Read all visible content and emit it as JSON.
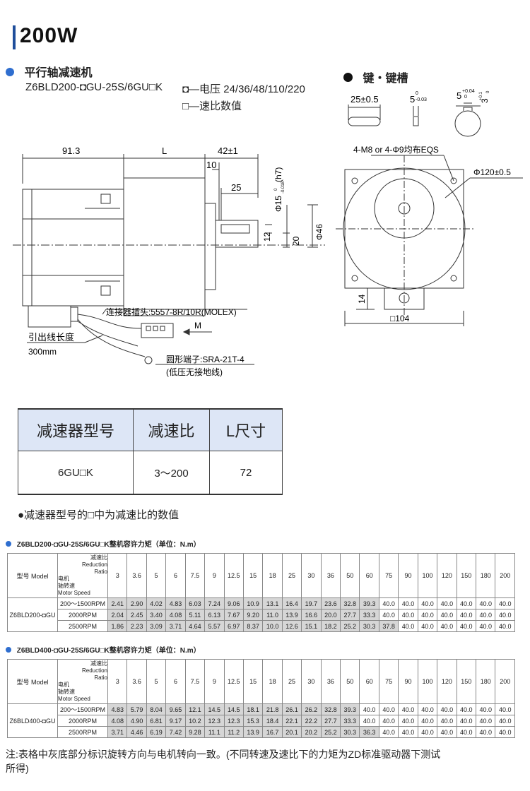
{
  "page_title": "200W",
  "section1": {
    "heading": "平行轴减速机",
    "model_code": "Z6BLD200-◘GU-25S/6GU□K",
    "legend_1": "◘—电压 24/36/48/110/220",
    "legend_2": "□—速比数值"
  },
  "section2": {
    "heading": "键・键槽"
  },
  "key_dims": {
    "key_length": "25±0.5",
    "key_width_main": "5",
    "key_width_tol_top": "0",
    "key_width_tol_bot": "-0.03",
    "slot_width_main": "5",
    "slot_width_tol_top": "+0.04",
    "slot_width_tol_bot": "0",
    "slot_depth_main": "3",
    "slot_depth_tol_top": "+0.1",
    "slot_depth_tol_bot": "0"
  },
  "drawing": {
    "dim_913": "91.3",
    "dim_L": "L",
    "dim_42": "42±1",
    "dim_10": "10",
    "dim_25": "25",
    "dim_shaft_phi": "Φ15",
    "dim_shaft_tol_top": "0",
    "dim_shaft_tol_bot": "-0.018",
    "dim_shaft_fit": "(h7)",
    "dim_12": "12",
    "dim_20": "20",
    "dim_phi46": "Φ46",
    "connector_label": "连接器插头:5557-8R/10R(MOLEX)",
    "M_label": "M",
    "lead_label": "引出线长度",
    "lead_length": "300mm",
    "terminal_label": "圆形端子:SRA-21T-4",
    "terminal_note": "(低压无接地线)",
    "holes_label": "4-M8 or 4-Φ9均布EQS",
    "phi120": "Φ120±0.5",
    "dim_14": "14",
    "dim_104": "□104"
  },
  "spec_table": {
    "headers": [
      "减速器型号",
      "减速比",
      "L尺寸"
    ],
    "row": [
      "6GU□K",
      "3～200",
      "72"
    ]
  },
  "spec_note": "●减速器型号的□中为减速比的数值",
  "torque_tables": [
    {
      "caption": "Z6BLD200-◘GU-25S/6GU□K整机容许力矩（单位：N.m）",
      "model": "Z6BLD200-◘GU",
      "rows": [
        {
          "speed": "200～1500RPM",
          "values": [
            "2.41",
            "2.90",
            "4.02",
            "4.83",
            "6.03",
            "7.24",
            "9.06",
            "10.9",
            "13.1",
            "16.4",
            "19.7",
            "23.6",
            "32.8",
            "39.3",
            "40.0",
            "40.0",
            "40.0",
            "40.0",
            "40.0",
            "40.0",
            "40.0"
          ]
        },
        {
          "speed": "2000RPM",
          "values": [
            "2.04",
            "2.45",
            "3.40",
            "4.08",
            "5.11",
            "6.13",
            "7.67",
            "9.20",
            "11.0",
            "13.9",
            "16.6",
            "20.0",
            "27.7",
            "33.3",
            "40.0",
            "40.0",
            "40.0",
            "40.0",
            "40.0",
            "40.0",
            "40.0"
          ]
        },
        {
          "speed": "2500RPM",
          "values": [
            "1.86",
            "2.23",
            "3.09",
            "3.71",
            "4.64",
            "5.57",
            "6.97",
            "8.37",
            "10.0",
            "12.6",
            "15.1",
            "18.2",
            "25.2",
            "30.3",
            "37.8",
            "40.0",
            "40.0",
            "40.0",
            "40.0",
            "40.0",
            "40.0"
          ]
        }
      ]
    },
    {
      "caption": "Z6BLD400-◘GU-25S/6GU□K整机容许力矩（单位：N.m）",
      "model": "Z6BLD400-◘GU",
      "rows": [
        {
          "speed": "200～1500RPM",
          "values": [
            "4.83",
            "5.79",
            "8.04",
            "9.65",
            "12.1",
            "14.5",
            "14.5",
            "18.1",
            "21.8",
            "26.1",
            "26.2",
            "32.8",
            "39.3",
            "40.0",
            "40.0",
            "40.0",
            "40.0",
            "40.0",
            "40.0",
            "40.0",
            "40.0"
          ]
        },
        {
          "speed": "2000RPM",
          "values": [
            "4.08",
            "4.90",
            "6.81",
            "9.17",
            "10.2",
            "12.3",
            "12.3",
            "15.3",
            "18.4",
            "22.1",
            "22.2",
            "27.7",
            "33.3",
            "40.0",
            "40.0",
            "40.0",
            "40.0",
            "40.0",
            "40.0",
            "40.0",
            "40.0"
          ]
        },
        {
          "speed": "2500RPM",
          "values": [
            "3.71",
            "4.46",
            "6.19",
            "7.42",
            "9.28",
            "11.1",
            "11.2",
            "13.9",
            "16.7",
            "20.1",
            "20.2",
            "25.2",
            "30.3",
            "36.3",
            "40.0",
            "40.0",
            "40.0",
            "40.0",
            "40.0",
            "40.0",
            "40.0"
          ]
        }
      ]
    }
  ],
  "torque_header": {
    "model_label": "型号 Model",
    "ratio_cn": "减速比",
    "ratio_en1": "Reduction",
    "ratio_en2": "Ratio",
    "motor_cn1": "电机",
    "motor_cn2": "轴转速",
    "motor_en": "Motor Speed",
    "ratios": [
      "3",
      "3.6",
      "5",
      "6",
      "7.5",
      "9",
      "12.5",
      "15",
      "18",
      "25",
      "30",
      "36",
      "50",
      "60",
      "75",
      "90",
      "100",
      "120",
      "150",
      "180",
      "200"
    ]
  },
  "footer_note": "注:表格中灰底部分标识旋转方向与电机转向一致。(不同转速及速比下的力矩为ZD标准驱动器下测试所得)",
  "colors": {
    "accent": "#2f6ecf",
    "table_header_bg": "#dde6f6",
    "gray_cell": "#d6d6d6"
  }
}
